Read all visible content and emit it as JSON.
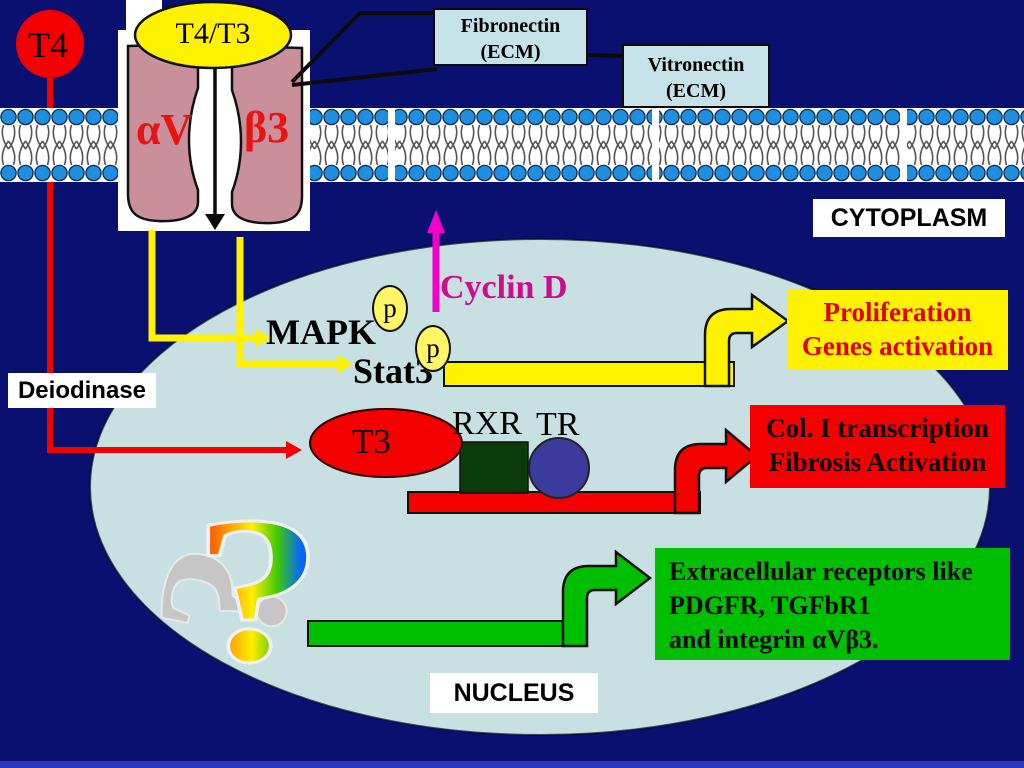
{
  "colors": {
    "background-navy": "#0a1070",
    "bottom-strip-blue": "#2a35c0",
    "accent-yellow": "#fff200",
    "accent-red": "#f40000",
    "accent-green": "#00be00",
    "magenta-arrow": "#f200cc",
    "cyclin-text-magenta": "#cc0d8c",
    "integrin-pink": "#c9909b",
    "cell-fill": "#c8e0e2",
    "ecm-box-fill": "#c4e2e8",
    "lipid-head-blue": "#1e8fe0",
    "rxr-dark-green": "#0b3b0b",
    "tr-indigo": "#3b3b9d",
    "proliferation-text-red": "#e00000",
    "p-badge-yellow": "#fff567"
  },
  "hormones": {
    "t4": "T4",
    "t4_t3": "T4/T3",
    "t3": "T3"
  },
  "integrin": {
    "alpha_v": "αV",
    "beta_3": "β3"
  },
  "ecm": {
    "fibronectin": {
      "line1": "Fibronectin",
      "line2": "(ECM)"
    },
    "vitronectin": {
      "line1": "Vitronectin",
      "line2": "(ECM)"
    }
  },
  "compartments": {
    "cytoplasm": "CYTOPLASM",
    "nucleus": "NUCLEUS"
  },
  "enzyme": {
    "deiodinase": "Deiodinase"
  },
  "signaling": {
    "mapk": "MAPK",
    "stat3": "Stat3",
    "phospho": "p",
    "cyclin_d": "Cyclin D",
    "rxr": "RXR",
    "tr": "TR",
    "question_mark": "?"
  },
  "outcomes": {
    "proliferation": {
      "line1": "Proliferation",
      "line2": "Genes activation"
    },
    "fibrosis": {
      "line1": "Col. I transcription",
      "line2": "Fibrosis Activation"
    },
    "receptors": {
      "line1": "Extracellular receptors like",
      "line2": "PDGFR, TGFbR1",
      "line3": "and integrin αVβ3."
    }
  }
}
